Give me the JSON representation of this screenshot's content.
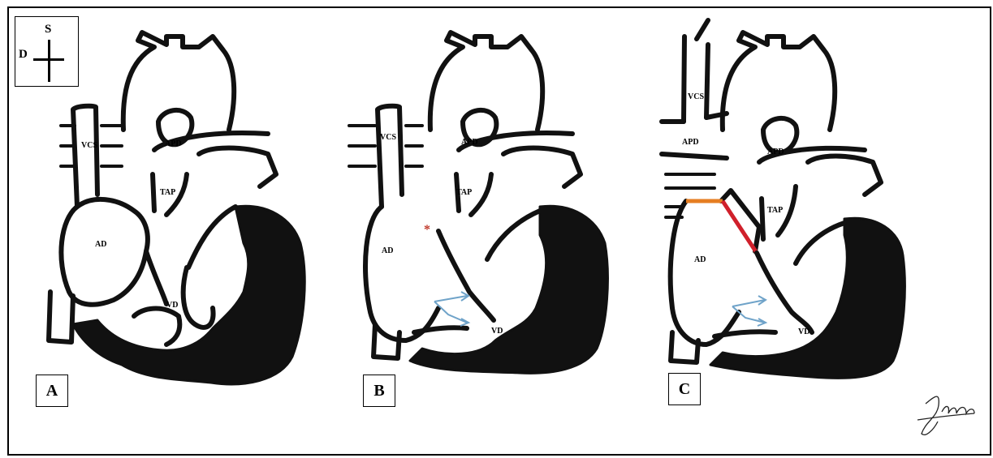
{
  "compass": {
    "superior": "S",
    "right": "D"
  },
  "panels": [
    {
      "letter": "A",
      "labels": {
        "vcs": "VCS",
        "apd": "APD",
        "tap": "TAP",
        "ad": "AD",
        "vd": "VD"
      }
    },
    {
      "letter": "B",
      "labels": {
        "vcs": "VCS",
        "apd": "APD",
        "tap": "TAP",
        "ad": "AD",
        "vd": "VD"
      },
      "marker": "*"
    },
    {
      "letter": "C",
      "labels": {
        "vcs": "VCS",
        "apd_left": "APD",
        "apd": "APD",
        "tap": "TAP",
        "ad": "AD",
        "vd": "VD"
      }
    }
  ],
  "colors": {
    "ink": "#111111",
    "asterisk": "#c0392b",
    "orange_line": "#e67e22",
    "red_line": "#d0202b",
    "arrow": "#6fa3c9"
  }
}
